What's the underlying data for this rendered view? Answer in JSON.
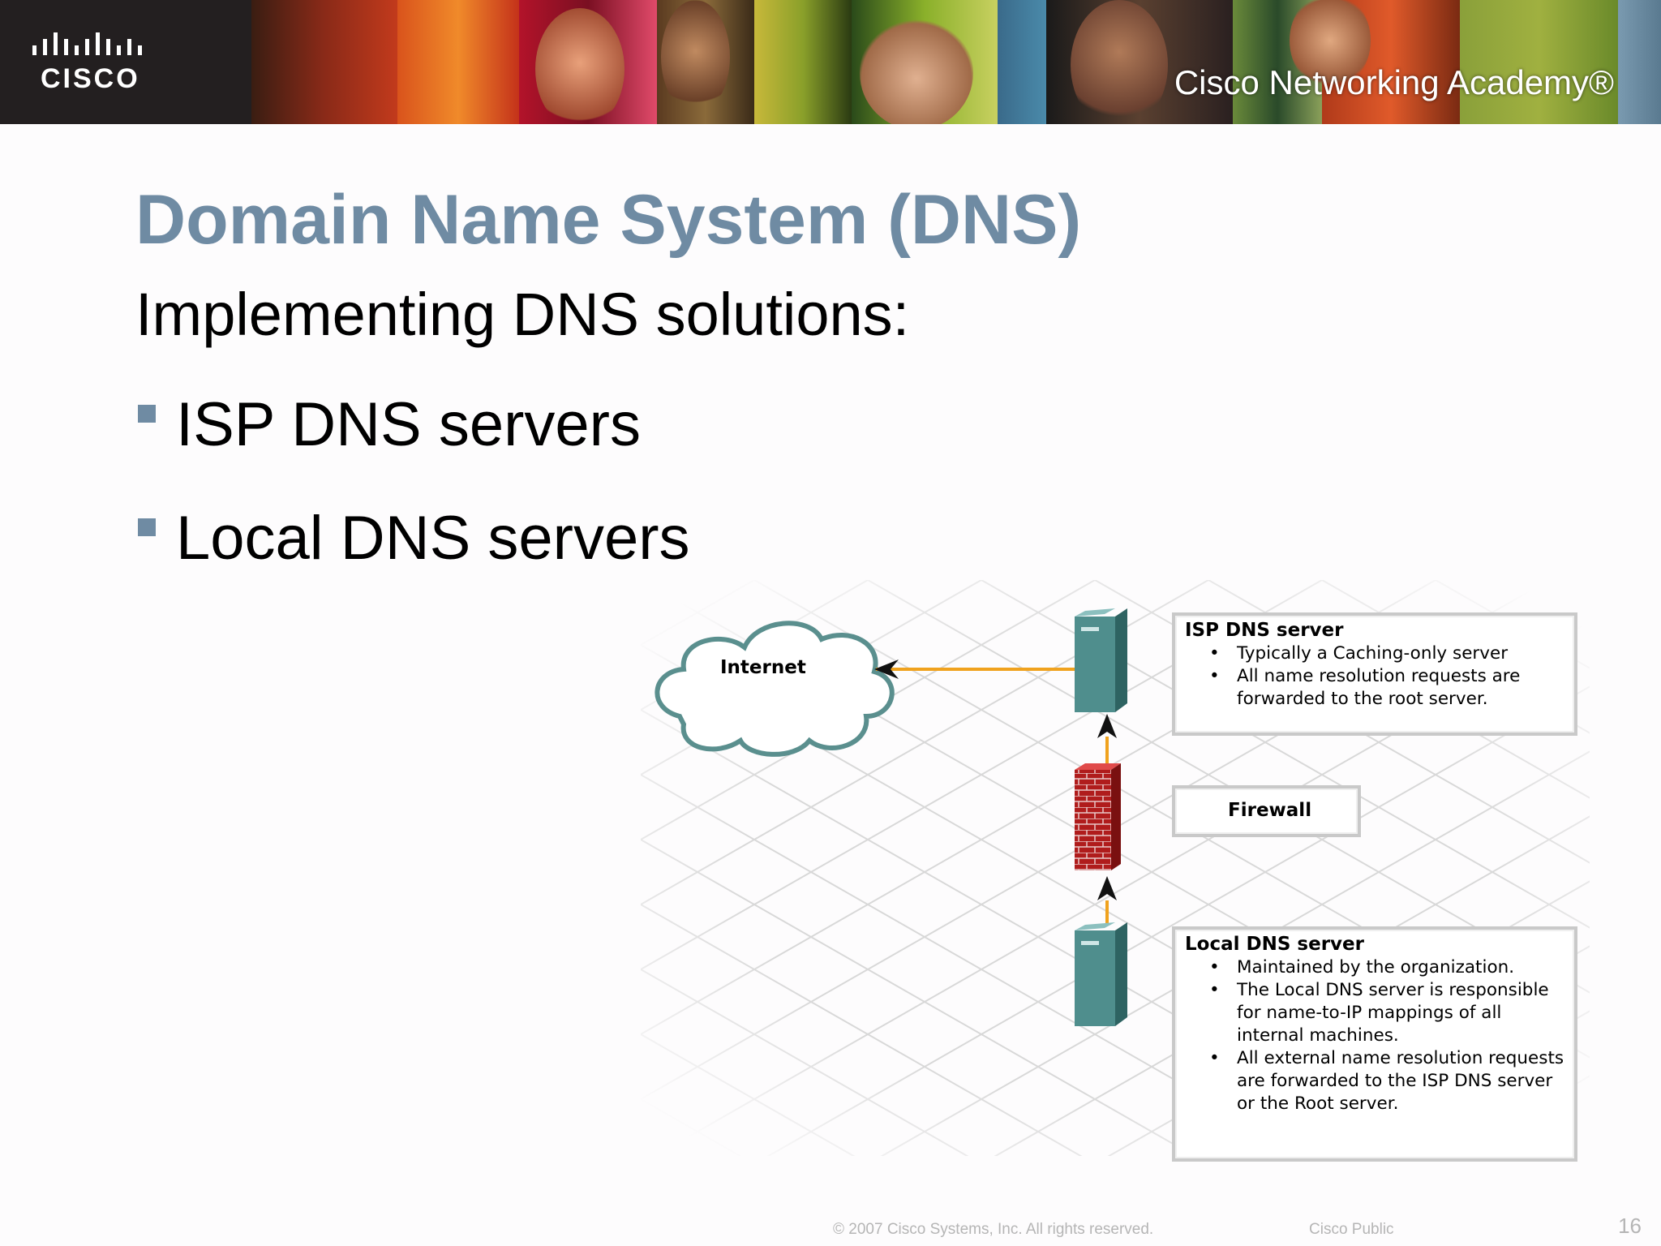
{
  "header": {
    "logo_text": "CISCO",
    "academy_text": "Cisco Networking Academy®"
  },
  "slide": {
    "title": "Domain Name System (DNS)",
    "subtitle": "Implementing DNS solutions:",
    "bullets": [
      "ISP DNS servers",
      "Local DNS servers"
    ]
  },
  "diagram": {
    "internet_label": "Internet",
    "firewall_label": "Firewall",
    "isp_box": {
      "title": "ISP DNS server",
      "items": [
        "Typically a Caching-only server",
        "All name resolution requests are",
        "forwarded to the root server."
      ]
    },
    "local_box": {
      "title": "Local DNS server",
      "items": [
        "Maintained by the organization.",
        "The Local DNS server is responsible",
        "for name-to-IP mappings of all",
        "internal machines.",
        "All external name resolution requests",
        "are forwarded to the ISP DNS server",
        "or the Root server."
      ]
    },
    "colors": {
      "server": "#4f8e8d",
      "firewall": "#b01c1c",
      "arrow": "#f0a21e"
    }
  },
  "footer": {
    "copyright": "© 2007 Cisco Systems, Inc. All rights reserved.",
    "classification": "Cisco Public",
    "page": "16"
  }
}
